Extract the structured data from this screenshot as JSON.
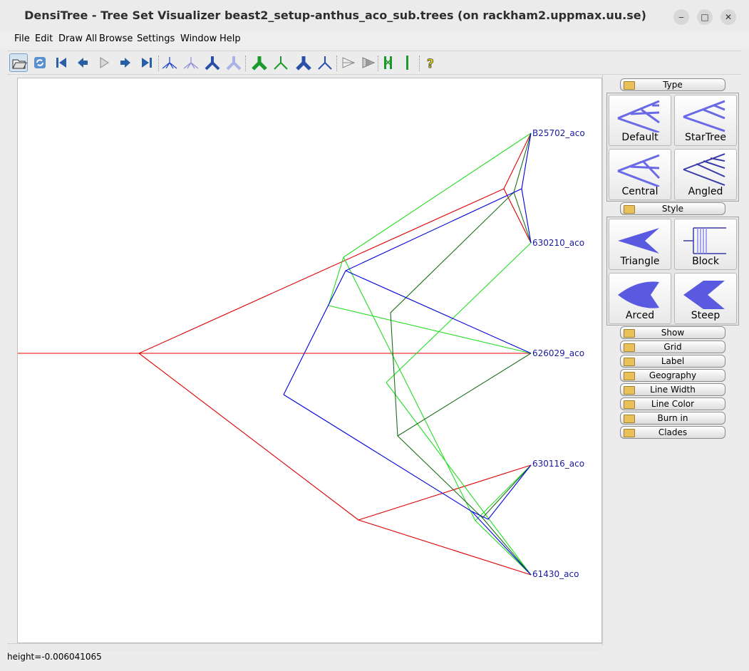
{
  "window": {
    "title": "DensiTree - Tree Set Visualizer beast2_setup-anthus_aco_sub.trees (on rackham2.uppmax.uu.se)",
    "minimize": "‒",
    "maximize": "□",
    "close": "✕"
  },
  "menu": {
    "file": "File",
    "edit": "Edit",
    "draw_all": "Draw All",
    "browse": "Browse",
    "settings": "Settings",
    "window": "Window",
    "help": "Help"
  },
  "taxa": [
    "B25702_aco",
    "630210_aco",
    "626029_aco",
    "630116_aco",
    "61430_aco"
  ],
  "panel": {
    "type_header": "Type",
    "type_buttons": [
      "Default",
      "StarTree",
      "Central",
      "Angled"
    ],
    "style_header": "Style",
    "style_buttons": [
      "Triangle",
      "Block",
      "Arced",
      "Steep"
    ],
    "sections": [
      "Show",
      "Grid",
      "Label",
      "Geography",
      "Line Width",
      "Line Color",
      "Burn in",
      "Clades"
    ]
  },
  "status": {
    "text": "height=-0.006041065"
  },
  "colors": {
    "red": "#e00000",
    "green": "#22dd22",
    "darkgreen": "#1a6e1a",
    "blue": "#0000dd",
    "taxon": "#1a1aa0"
  }
}
